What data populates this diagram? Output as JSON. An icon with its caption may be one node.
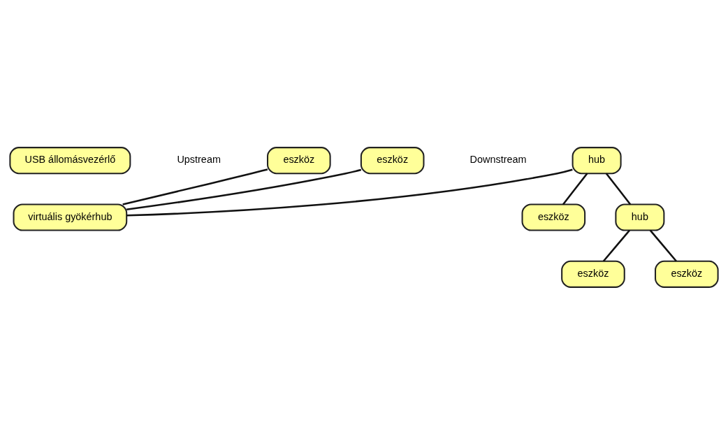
{
  "diagram": {
    "nodes": [
      {
        "text": [
          "USB állomásvezérlő"
        ]
      },
      {
        "text": [
          "virtuális gyökérhub"
        ]
      },
      {
        "text": [
          "eszköz"
        ]
      },
      {
        "text": [
          "hub"
        ]
      },
      {
        "text": [
          "eszköz"
        ]
      },
      {
        "text": [
          "eszköz"
        ]
      },
      {
        "text": [
          "hub"
        ]
      },
      {
        "text": [
          "eszköz"
        ]
      },
      {
        "text": [
          "eszköz"
        ]
      }
    ],
    "edges": [
      {
        "from": 1,
        "to": 2,
        "arrow": "none"
      },
      {
        "from": 1,
        "to": 3,
        "arrow": "none"
      },
      {
        "from": 1,
        "to": 4,
        "arrow": "none"
      },
      {
        "from": 3,
        "to": 5,
        "arrow": "none"
      },
      {
        "from": 3,
        "to": 6,
        "arrow": "none"
      },
      {
        "from": 6,
        "to": 7,
        "arrow": "none"
      },
      {
        "from": 6,
        "to": 8,
        "arrow": "none"
      }
    ],
    "labels": [
      "Upstream",
      "Downstream"
    ]
  }
}
